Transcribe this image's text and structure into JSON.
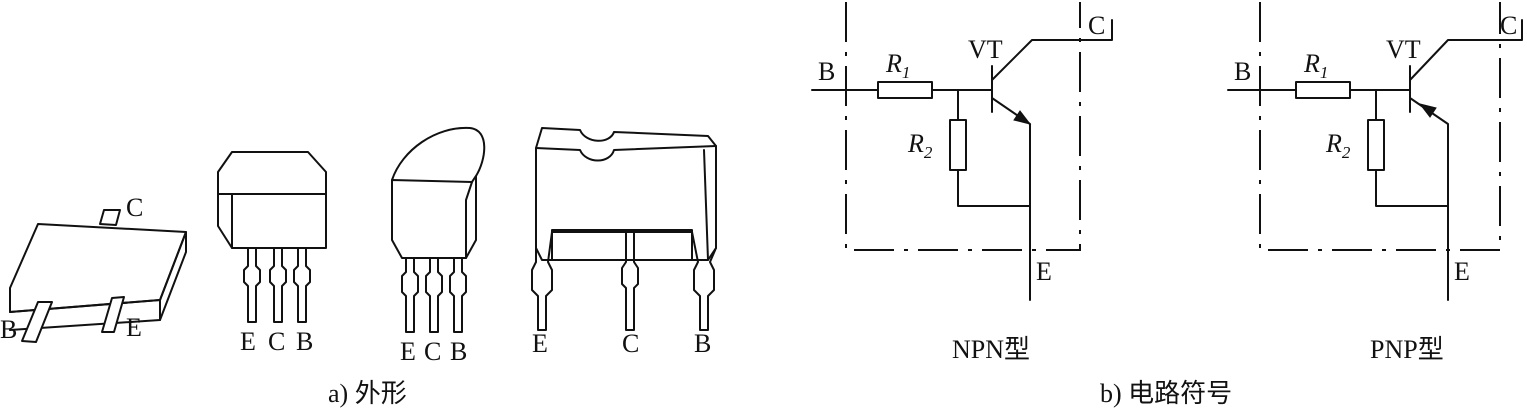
{
  "figure": {
    "part_a": {
      "caption": "a) 外形",
      "packages": [
        {
          "pins": [
            "B",
            "C",
            "E"
          ]
        },
        {
          "pins": [
            "E",
            "C",
            "B"
          ]
        },
        {
          "pins": [
            "E",
            "C",
            "B"
          ]
        },
        {
          "pins": [
            "E",
            "C",
            "B"
          ]
        }
      ]
    },
    "part_b": {
      "caption": "b) 电路符号",
      "circuits": [
        {
          "type_label": "NPN型",
          "labels": {
            "base": "B",
            "collector": "C",
            "emitter": "E",
            "transistor": "VT",
            "r1": "R",
            "r1_sub": "1",
            "r2": "R",
            "r2_sub": "2"
          }
        },
        {
          "type_label": "PNP型",
          "labels": {
            "base": "B",
            "collector": "C",
            "emitter": "E",
            "transistor": "VT",
            "r1": "R",
            "r1_sub": "1",
            "r2": "R",
            "r2_sub": "2"
          }
        }
      ]
    }
  }
}
